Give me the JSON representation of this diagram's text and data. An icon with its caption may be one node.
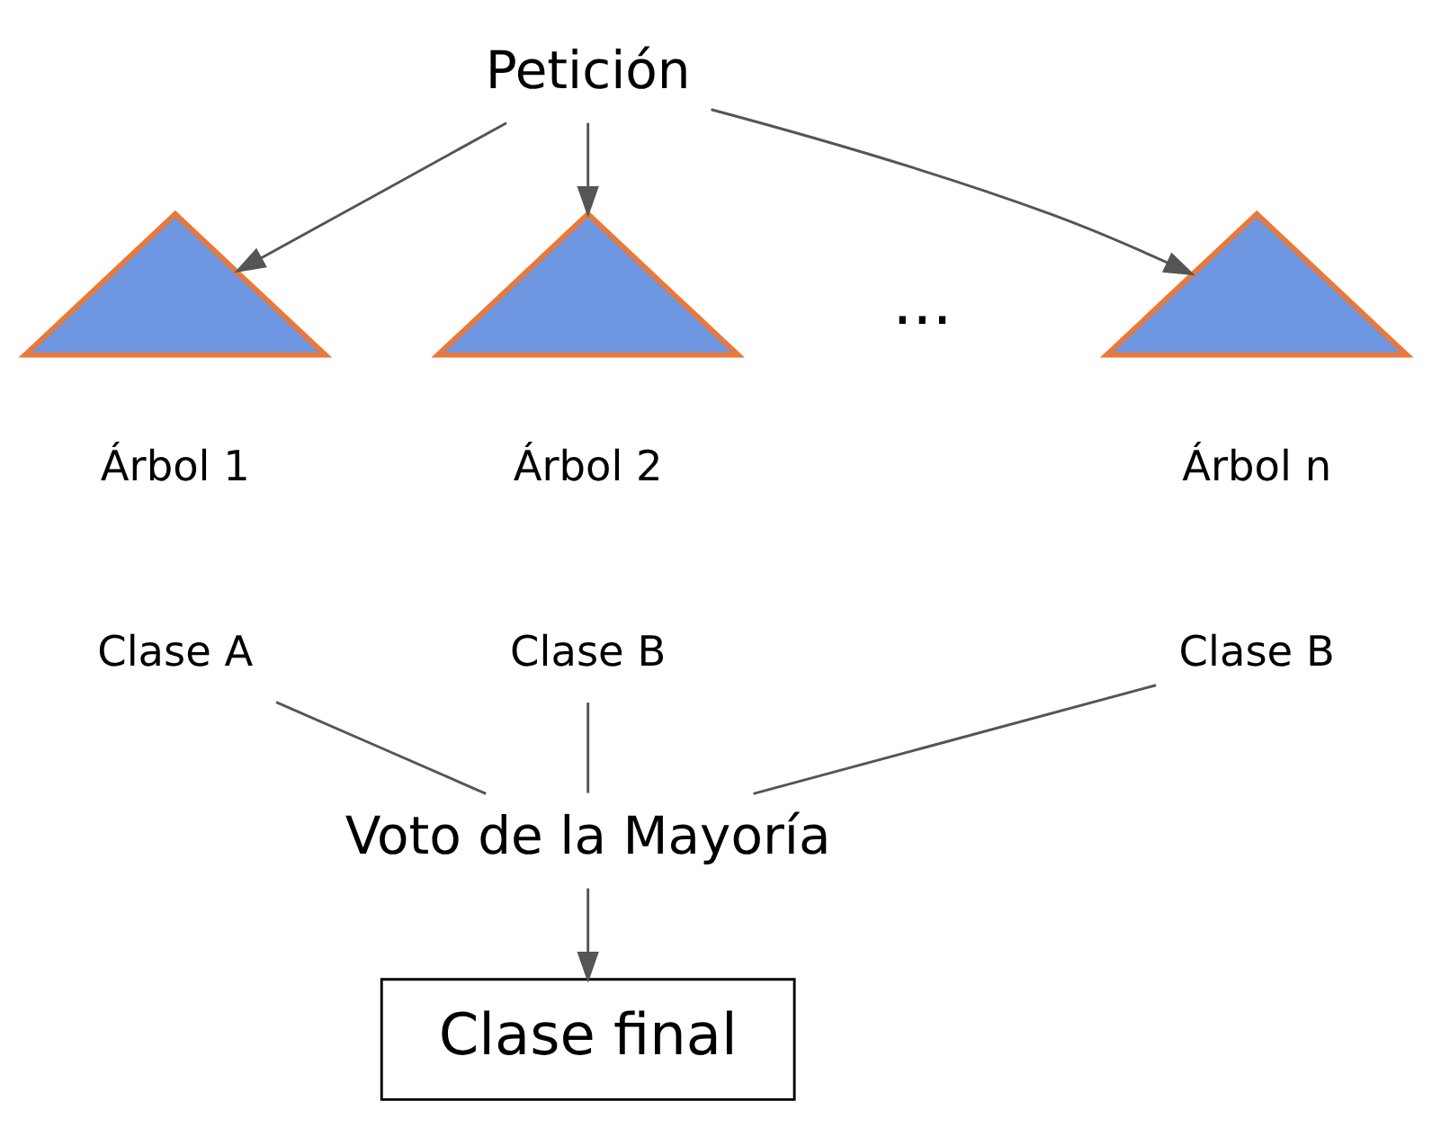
{
  "diagram": {
    "nodes": [
      {
        "text": [
          "Petición"
        ]
      },
      {
        "text": [],
        "shape": "tree",
        "beside": [
          "Árbol 1"
        ]
      },
      {
        "text": [],
        "shape": "tree",
        "beside": [
          "Árbol 2"
        ]
      },
      {
        "text": [],
        "shape": "tree",
        "beside": [
          "Árbol n"
        ]
      },
      {
        "text": [
          "Clase A"
        ]
      },
      {
        "text": [
          "Clase B"
        ]
      },
      {
        "text": [
          "Clase B"
        ]
      },
      {
        "text": [
          "Voto de la Mayoría"
        ]
      },
      {
        "text": [
          "Clase final"
        ]
      }
    ],
    "edges": [
      {
        "from": 0,
        "to": 1,
        "arrow": "to"
      },
      {
        "from": 0,
        "to": 2,
        "arrow": "to"
      },
      {
        "from": 0,
        "to": 3,
        "arrow": "to"
      },
      {
        "from": 4,
        "to": 7,
        "arrow": "none"
      },
      {
        "from": 5,
        "to": 7,
        "arrow": "none"
      },
      {
        "from": 6,
        "to": 7,
        "arrow": "none"
      },
      {
        "from": 7,
        "to": 8,
        "arrow": "to"
      }
    ],
    "labels": [
      "..."
    ]
  }
}
